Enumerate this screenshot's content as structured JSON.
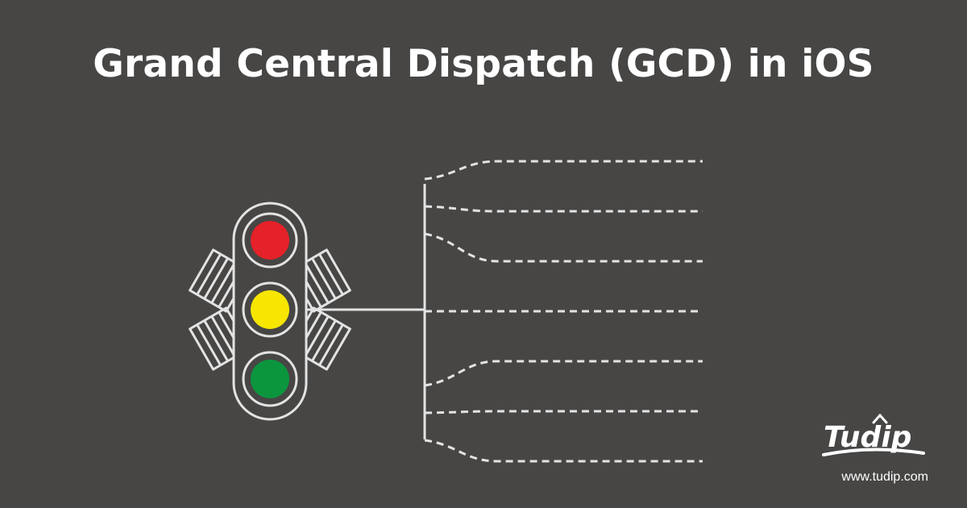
{
  "header": {
    "title": "Grand Central Dispatch (GCD) in iOS"
  },
  "illustration": {
    "icon": "traffic-light-dispatch-icon",
    "stroke_color": "#e3e3e3",
    "lights": [
      {
        "name": "red-light",
        "color": "#e52129"
      },
      {
        "name": "yellow-light",
        "color": "#f6e600"
      },
      {
        "name": "green-light",
        "color": "#0b963e"
      }
    ],
    "dispatch_lanes": 7
  },
  "branding": {
    "logo_text": "Tudip",
    "website": "www.tudip.com"
  }
}
